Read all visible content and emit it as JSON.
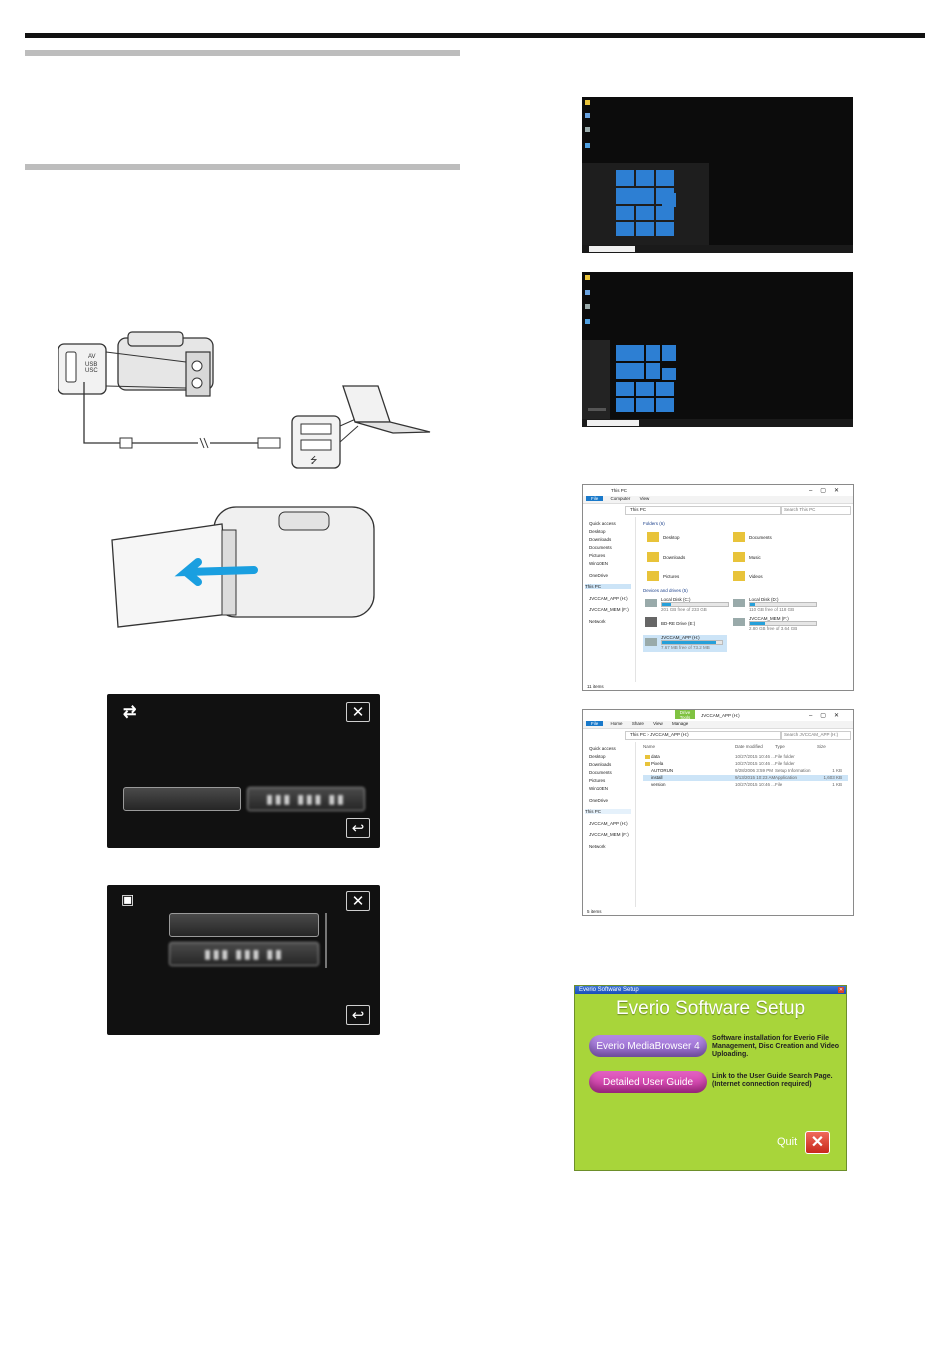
{
  "camera_labels": {
    "av": "AV",
    "usb": "USB",
    "usb_sub": "USC"
  },
  "screen1": {
    "blurred_option": "▮▮▮ ▮▮▮ ▮▮"
  },
  "screen2": {
    "blurred_option": "▮▮▮ ▮▮▮ ▮▮"
  },
  "explorer1": {
    "title": "This PC",
    "menu": [
      "File",
      "Computer",
      "View"
    ],
    "address": "This PC",
    "search_placeholder": "Search This PC",
    "nav": [
      "Quick access",
      "Desktop",
      "Downloads",
      "Documents",
      "Pictures",
      "Win10EN",
      "OneDrive",
      "This PC",
      "JVCCAM_APP (H:)",
      "JVCCAM_MEM (F:)",
      "Network"
    ],
    "folders_header": "Folders (6)",
    "folders": [
      "Desktop",
      "Documents",
      "Downloads",
      "Music",
      "Pictures",
      "Videos"
    ],
    "devices_header": "Devices and drives (5)",
    "drives": [
      {
        "name": "Local Disk (C:)",
        "free": "201 GB free of 233 GB",
        "fill": 0.14
      },
      {
        "name": "Local Disk (D:)",
        "free": "110 GB free of 118 GB",
        "fill": 0.07
      },
      {
        "name": "BD-RE Drive (E:)",
        "free": "",
        "fill": 0
      },
      {
        "name": "JVCCAM_MEM (F:)",
        "free": "2.80 GB free of 3.64 GB",
        "fill": 0.23
      },
      {
        "name": "JVCCAM_APP (H:)",
        "free": "7.67 MB free of 73.2 MB",
        "fill": 0.9
      }
    ],
    "status": "11 items"
  },
  "explorer2": {
    "ribbon_tab": "Drive Tools",
    "title": "JVCCAM_APP (H:)",
    "menu": [
      "File",
      "Home",
      "Share",
      "View",
      "Manage"
    ],
    "address": "This PC › JVCCAM_APP (H:)",
    "search_placeholder": "Search JVCCAM_APP (H:)",
    "nav": [
      "Quick access",
      "Desktop",
      "Downloads",
      "Documents",
      "Pictures",
      "Win10EN",
      "OneDrive",
      "This PC",
      "JVCCAM_APP (H:)",
      "JVCCAM_MEM (F:)",
      "Network"
    ],
    "columns": [
      "Name",
      "Date modified",
      "Type",
      "Size"
    ],
    "files": [
      {
        "name": "data",
        "date": "10/27/2015 10:46 ...",
        "type": "File folder",
        "size": ""
      },
      {
        "name": "Pixela",
        "date": "10/27/2015 10:46 ...",
        "type": "File folder",
        "size": ""
      },
      {
        "name": "AUTORUN",
        "date": "9/28/2006 3:59 PM",
        "type": "Setup Information",
        "size": "1 KB"
      },
      {
        "name": "install",
        "date": "9/13/2015 10:23 AM",
        "type": "Application",
        "size": "1,603 KB"
      },
      {
        "name": "version",
        "date": "10/27/2015 10:46 ...",
        "type": "File",
        "size": "1 KB"
      }
    ],
    "status": "5 items"
  },
  "everio": {
    "title_bar": "Everio Software Setup",
    "heading": "Everio Software Setup",
    "btn_mediabrowser": "Everio MediaBrowser 4",
    "desc_mediabrowser": "Software installation for Everio File Management, Disc Creation and Video Uploading.",
    "btn_userguide": "Detailed User Guide",
    "desc_userguide": "Link to the User Guide Search Page. (Internet connection required)",
    "quit": "Quit"
  },
  "colors": {
    "everio_green": "#a8d53a",
    "purple_pill": "#8f63c9",
    "magenta_pill": "#c2309c",
    "tile_blue": "#2d7fd3"
  }
}
